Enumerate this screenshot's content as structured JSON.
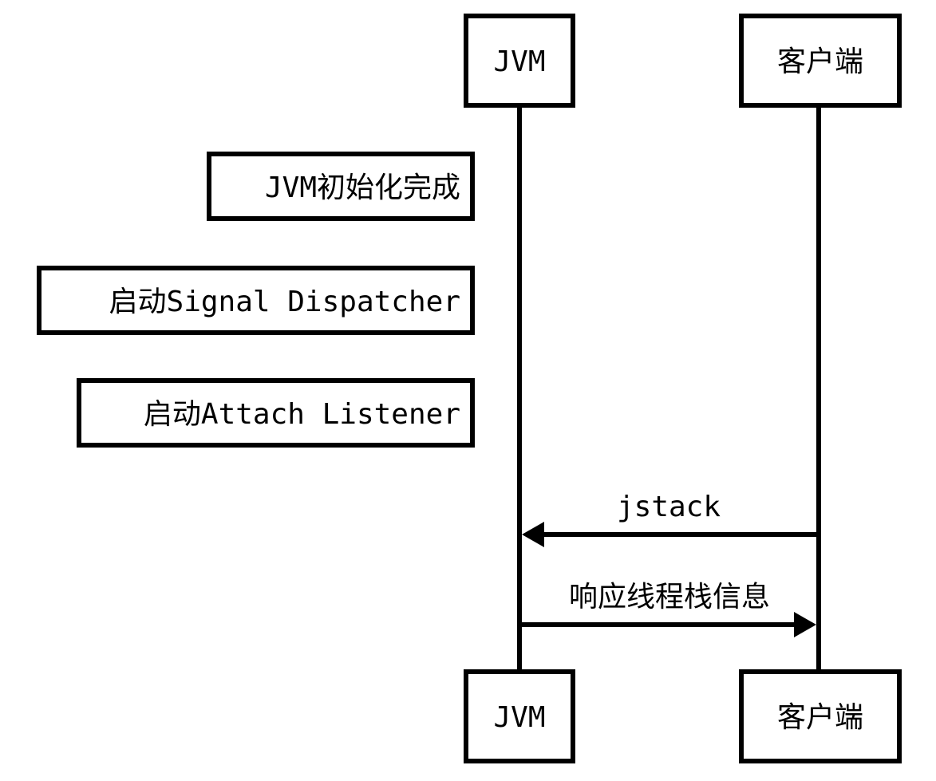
{
  "participants": {
    "jvm": "JVM",
    "client": "客户端"
  },
  "notes": [
    "JVM初始化完成",
    "启动Signal Dispatcher",
    "启动Attach Listener"
  ],
  "messages": [
    {
      "from": "client",
      "to": "jvm",
      "label": "jstack"
    },
    {
      "from": "jvm",
      "to": "client",
      "label": "响应线程栈信息"
    }
  ]
}
